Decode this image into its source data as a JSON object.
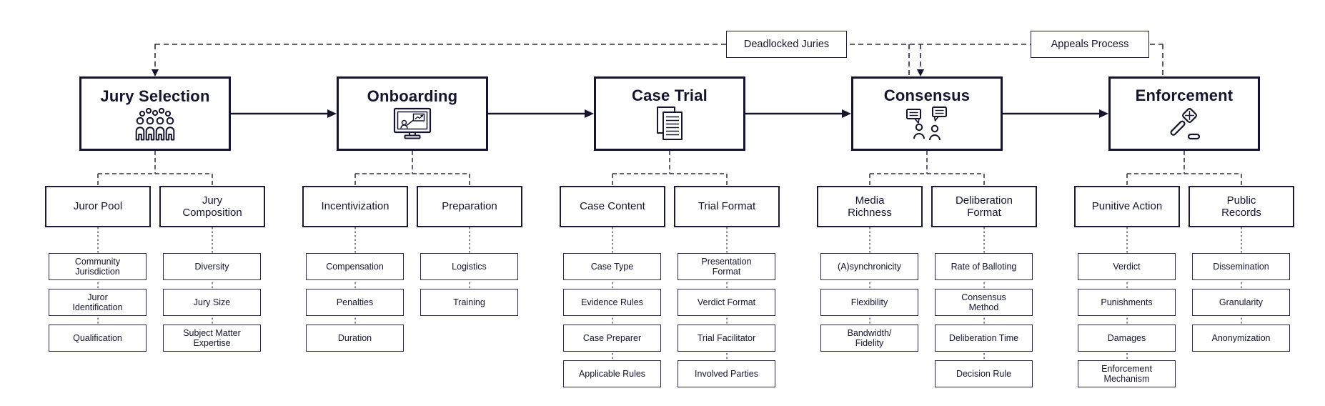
{
  "palette": {
    "ink": "#14142e",
    "dash_line": "#2a2a40",
    "background": "#ffffff"
  },
  "feedback": {
    "deadlocked_label": "Deadlocked Juries",
    "appeals_label": "Appeals Process"
  },
  "stages": [
    {
      "title": "Jury Selection",
      "icon": "jury-group-icon",
      "groups": [
        {
          "label": "Juror Pool",
          "items": [
            "Community\nJurisdiction",
            "Juror\nIdentification",
            "Qualification"
          ]
        },
        {
          "label": "Jury\nComposition",
          "items": [
            "Diversity",
            "Jury Size",
            "Subject Matter\nExpertise"
          ]
        }
      ]
    },
    {
      "title": "Onboarding",
      "icon": "onboarding-screen-icon",
      "groups": [
        {
          "label": "Incentivization",
          "items": [
            "Compensation",
            "Penalties",
            "Duration"
          ]
        },
        {
          "label": "Preparation",
          "items": [
            "Logistics",
            "Training"
          ]
        }
      ]
    },
    {
      "title": "Case Trial",
      "icon": "case-documents-icon",
      "groups": [
        {
          "label": "Case Content",
          "items": [
            "Case Type",
            "Evidence Rules",
            "Case Preparer",
            "Applicable Rules"
          ]
        },
        {
          "label": "Trial Format",
          "items": [
            "Presentation\nFormat",
            "Verdict Format",
            "Trial Facilitator",
            "Involved Parties"
          ]
        }
      ]
    },
    {
      "title": "Consensus",
      "icon": "consensus-discussion-icon",
      "groups": [
        {
          "label": "Media\nRichness",
          "items": [
            "(A)synchronicity",
            "Flexibility",
            "Bandwidth/\nFidelity"
          ]
        },
        {
          "label": "Deliberation\nFormat",
          "items": [
            "Rate of Balloting",
            "Consensus\nMethod",
            "Deliberation Time",
            "Decision Rule"
          ]
        }
      ]
    },
    {
      "title": "Enforcement",
      "icon": "enforcement-gavel-icon",
      "groups": [
        {
          "label": "Punitive Action",
          "items": [
            "Verdict",
            "Punishments",
            "Damages",
            "Enforcement\nMechanism"
          ]
        },
        {
          "label": "Public\nRecords",
          "items": [
            "Dissemination",
            "Granularity",
            "Anonymization"
          ]
        }
      ]
    }
  ]
}
